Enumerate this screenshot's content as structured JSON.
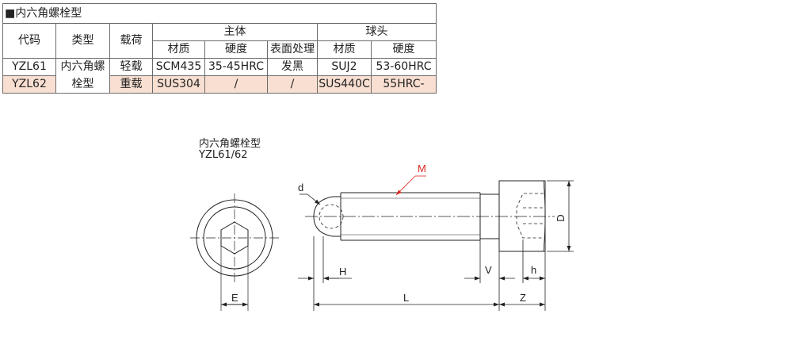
{
  "table": {
    "caption": "■内六角螺栓型",
    "headers": {
      "code": "代码",
      "type": "类型",
      "load": "载荷",
      "body": "主体",
      "ball": "球头",
      "body_material": "材质",
      "body_hardness": "硬度",
      "surface": "表面处理",
      "ball_material": "材质",
      "ball_hardness": "硬度"
    },
    "type_value_line1": "内六角螺",
    "type_value_line2": "栓型",
    "rows": [
      {
        "code": "YZL61",
        "load": "轻载",
        "body_material": "SCM435",
        "body_hardness": "35-45HRC",
        "surface": "发黑",
        "ball_material": "SUJ2",
        "ball_hardness": "53-60HRC"
      },
      {
        "code": "YZL62",
        "load": "重载",
        "body_material": "SUS304",
        "body_hardness": "/",
        "surface": "/",
        "ball_material": "SUS440C",
        "ball_hardness": "55HRC-"
      }
    ]
  },
  "drawing": {
    "title_line1": "内六角螺栓型",
    "title_line2": "YZL61/62",
    "labels": {
      "M": "M",
      "d": "d",
      "D": "D",
      "H": "H",
      "V": "V",
      "h": "h",
      "E": "E",
      "L": "L",
      "Z": "Z"
    },
    "accent_color": "#d9261c"
  }
}
